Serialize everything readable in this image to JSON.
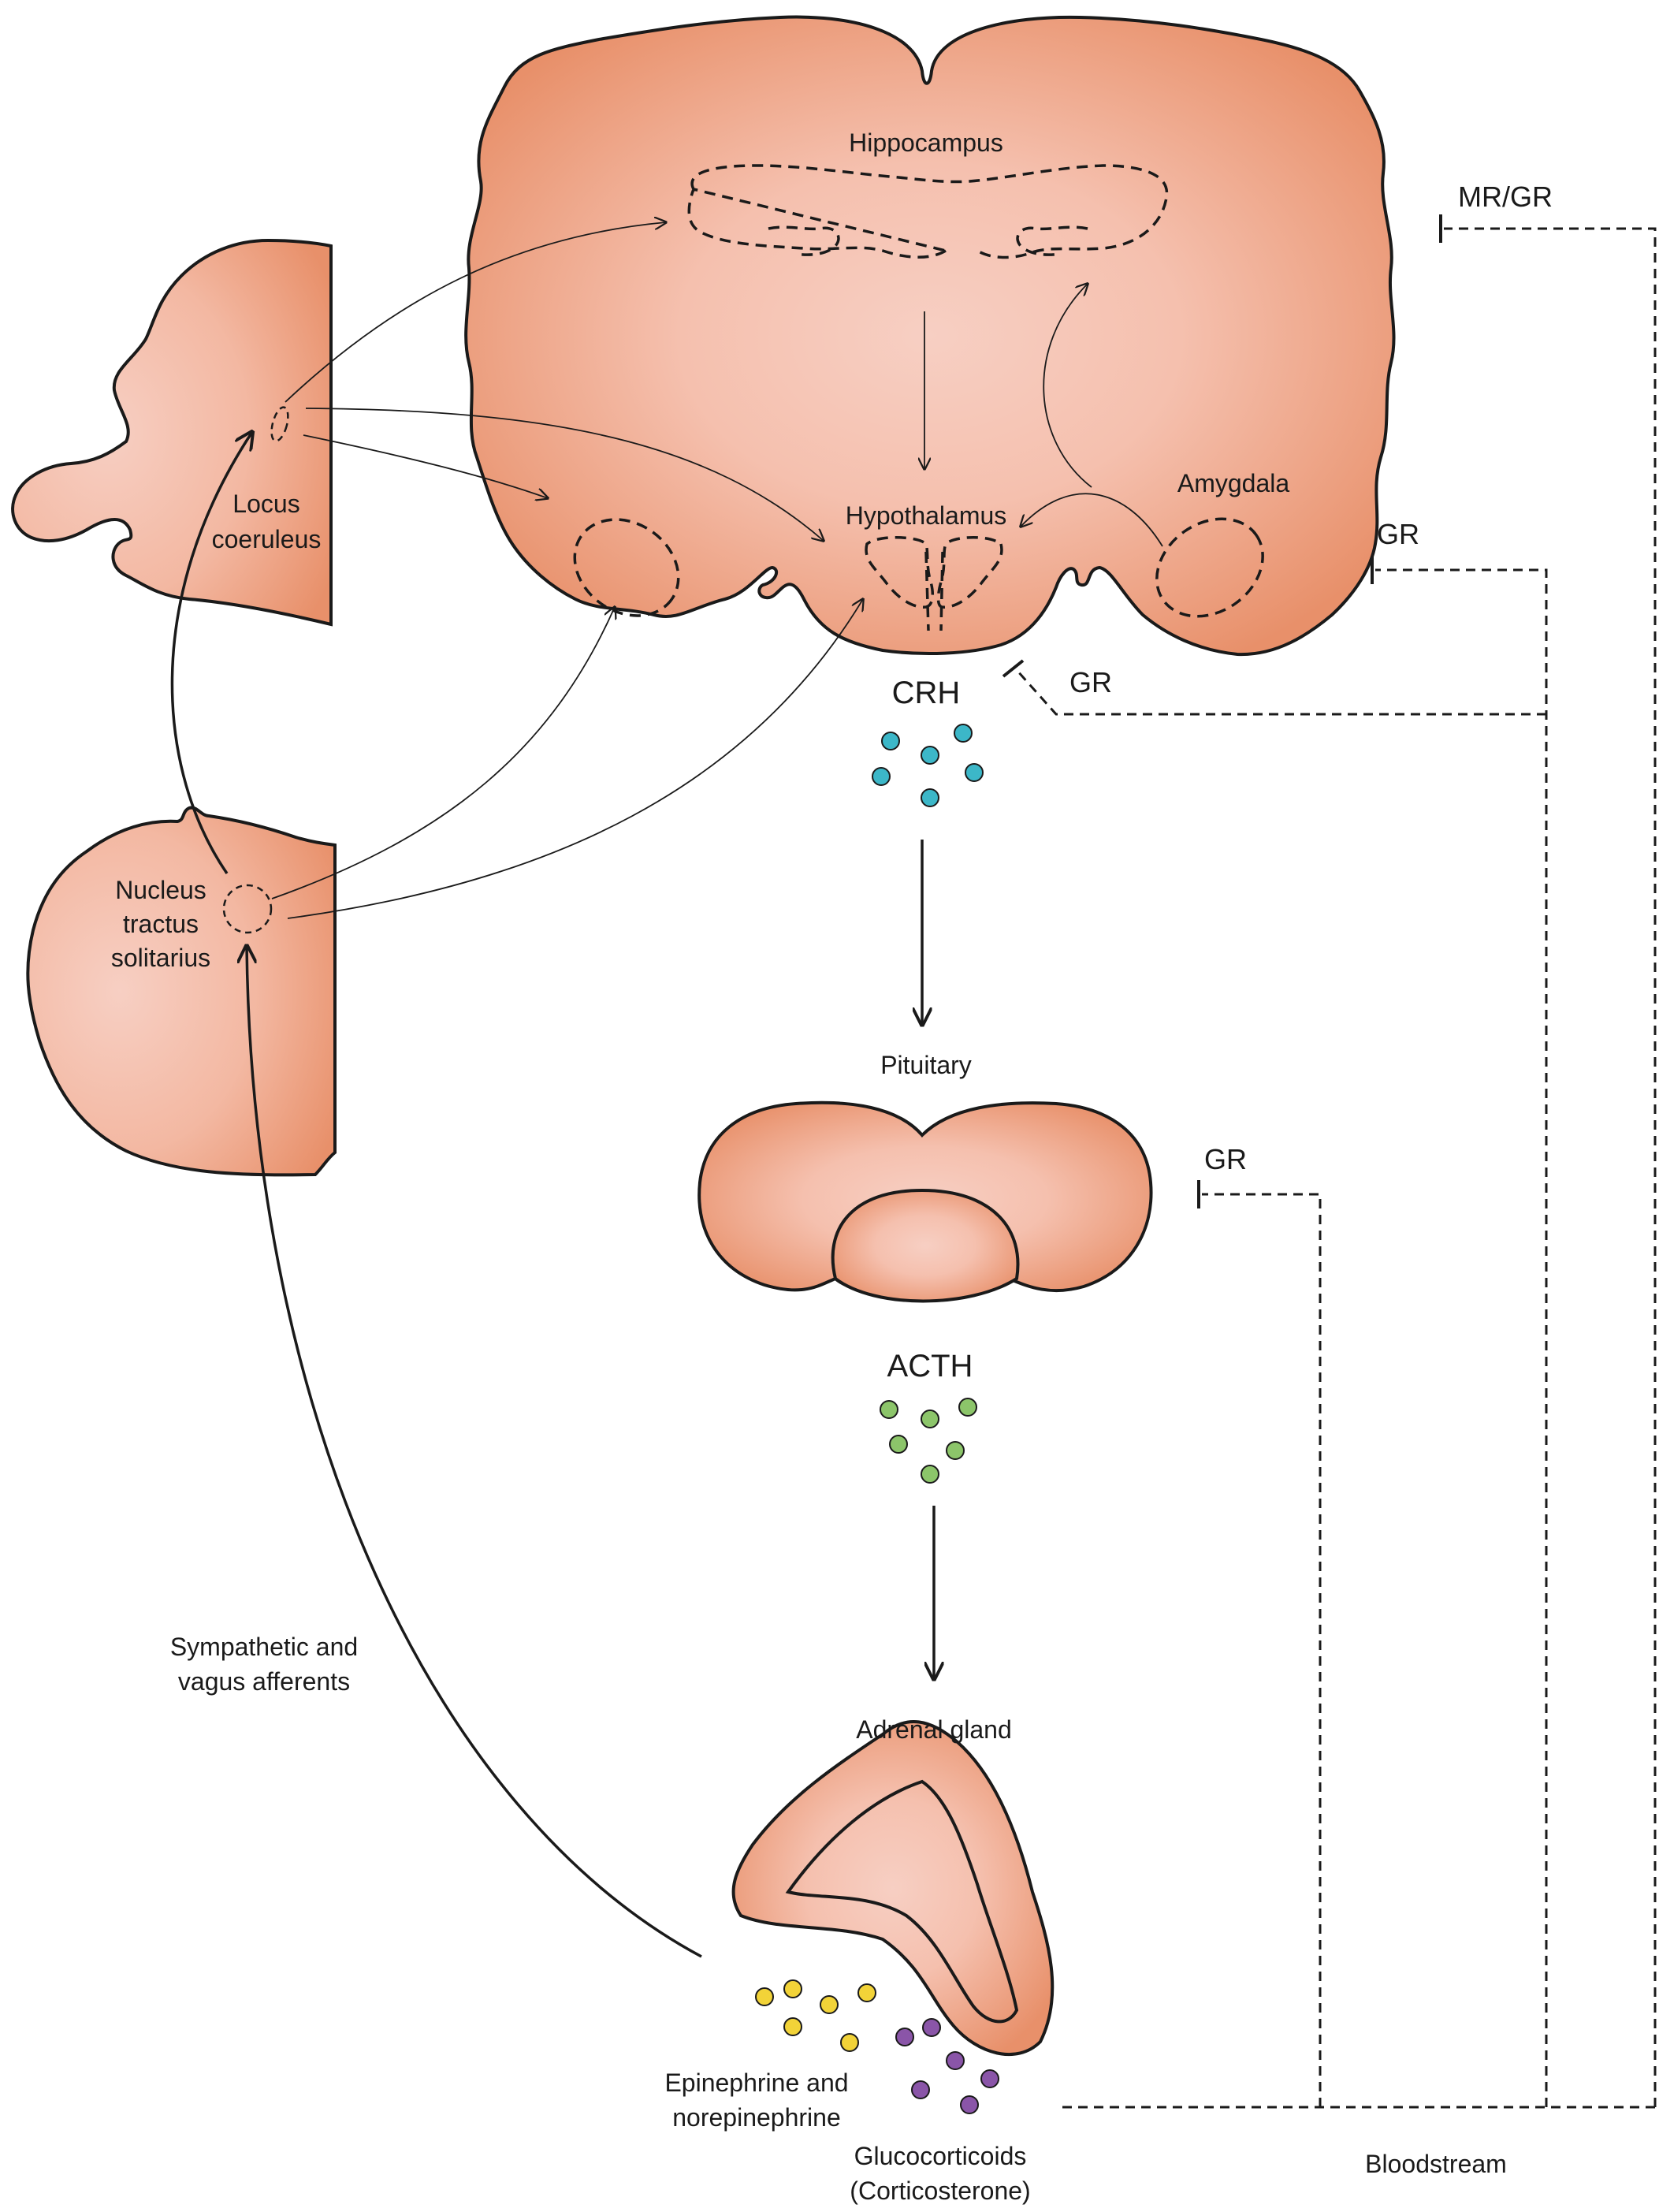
{
  "colors": {
    "organ_edge": "#e8906a",
    "organ_center": "#f7cfc3",
    "crh_dot": "#3cb7c8",
    "acth_dot": "#8cc56a",
    "epinephrine_dot": "#f2d338",
    "glucocorticoid_dot": "#8a55a8"
  },
  "labels": {
    "hippocampus": "Hippocampus",
    "hypothalamus": "Hypothalamus",
    "amygdala": "Amygdala",
    "locus_line1": "Locus",
    "locus_line2": "coeruleus",
    "nts_line1": "Nucleus",
    "nts_line2": "tractus",
    "nts_line3": "solitarius",
    "crh": "CRH",
    "pituitary": "Pituitary",
    "acth": "ACTH",
    "adrenal": "Adrenal gland",
    "afferents_line1": "Sympathetic and",
    "afferents_line2": "vagus afferents",
    "epi_line1": "Epinephrine and",
    "epi_line2": "norepinephrine",
    "gluco_line1": "Glucocorticoids",
    "gluco_line2": "(Corticosterone)",
    "bloodstream": "Bloodstream",
    "mr_gr": "MR/GR",
    "gr_amygdala": "GR",
    "gr_hypothalamus": "GR",
    "gr_pituitary": "GR"
  }
}
